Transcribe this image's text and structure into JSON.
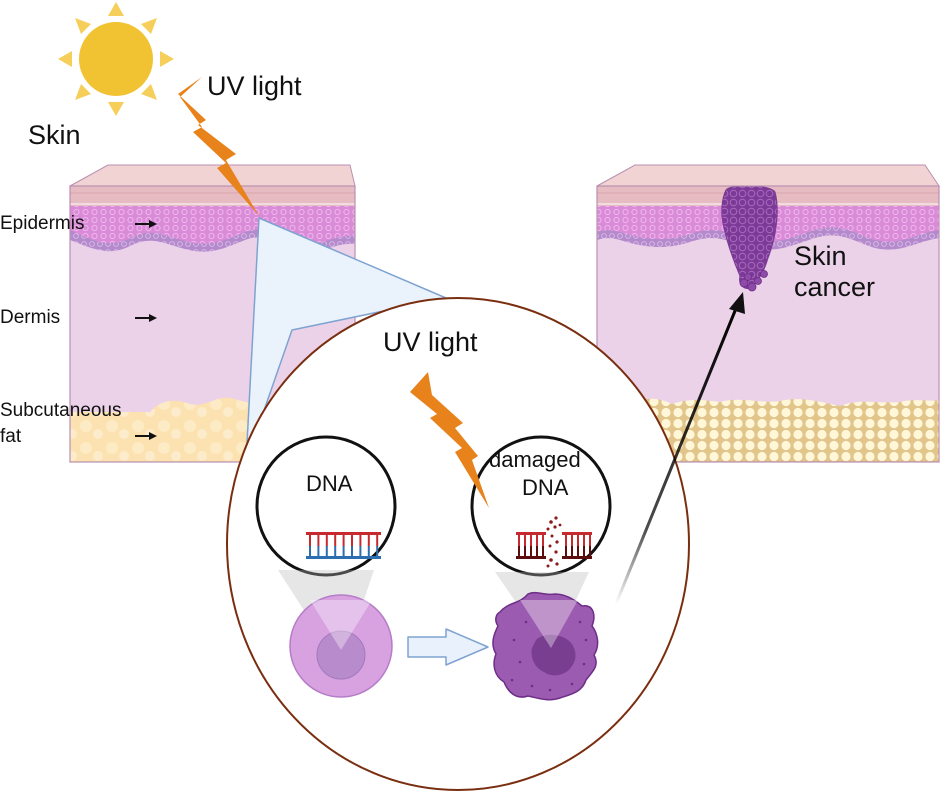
{
  "title": "UV light induced DNA damage leading to skin cancer",
  "labels": {
    "uv_light_top": "UV light",
    "skin": "Skin",
    "epidermis": "Epidermis",
    "dermis": "Dermis",
    "subcutaneous_fat_line1": "Subcutaneous",
    "subcutaneous_fat_line2": "fat",
    "skin_cancer_line1": "Skin",
    "skin_cancer_line2": "cancer",
    "uv_light_inset": "UV light",
    "dna": "DNA",
    "damaged_dna_line1": "damaged",
    "damaged_dna_line2": "DNA"
  },
  "colors": {
    "sun": "#F1C232",
    "sun_rays": "#F5CF5A",
    "lightning": "#E8821A",
    "stratum_corneum": "#E8BEC0",
    "epidermis": "#D889D6",
    "basal_layer": "#B28ACB",
    "dermis": "#EBD2E8",
    "fat_left": "#FBE3B2",
    "fat_right": "#F6E6B8",
    "block_outline": "#B98FB0",
    "zoom_cone": "#EAF3FC",
    "zoom_cone_stroke": "#7FA3D1",
    "inset_border": "#7A2E10",
    "dna_red": "#C8292E",
    "dna_blue": "#2C6FB0",
    "damaged_dna": "#8B1A1A",
    "normal_cell": "#D8A2E0",
    "normal_nucleus": "#B88BCC",
    "cancer_cell": "#9B5BB0",
    "cancer_nucleus": "#7A3E91",
    "tumor": "#7B3994",
    "transition_arrow": "#E9F2FC",
    "transition_arrow_stroke": "#7FA3D1"
  }
}
